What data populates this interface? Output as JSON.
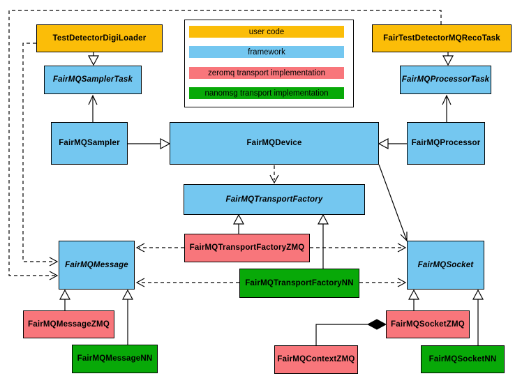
{
  "colors": {
    "user_code": "#FBBD08",
    "framework": "#74C7F0",
    "zeromq": "#F8767B",
    "nanomsg": "#08A908",
    "line": "#000000",
    "background": "#FFFFFF"
  },
  "legend": {
    "items": [
      {
        "label": "user code",
        "color": "#FBBD08"
      },
      {
        "label": "framework",
        "color": "#74C7F0"
      },
      {
        "label": "zeromq transport implementation",
        "color": "#F8767B"
      },
      {
        "label": "nanomsg transport implementation",
        "color": "#08A908"
      }
    ]
  },
  "nodes": [
    {
      "label": "TestDetectorDigiLoader",
      "category": "user_code",
      "abstract": false
    },
    {
      "label": "FairTestDetectorMQRecoTask",
      "category": "user_code",
      "abstract": false
    },
    {
      "label": "FairMQSamplerTask",
      "category": "framework",
      "abstract": true
    },
    {
      "label": "FairMQProcessorTask",
      "category": "framework",
      "abstract": true
    },
    {
      "label": "FairMQSampler",
      "category": "framework",
      "abstract": false
    },
    {
      "label": "FairMQDevice",
      "category": "framework",
      "abstract": false
    },
    {
      "label": "FairMQProcessor",
      "category": "framework",
      "abstract": false
    },
    {
      "label": "FairMQTransportFactory",
      "category": "framework",
      "abstract": true
    },
    {
      "label": "FairMQTransportFactoryZMQ",
      "category": "zeromq",
      "abstract": false
    },
    {
      "label": "FairMQTransportFactoryNN",
      "category": "nanomsg",
      "abstract": false
    },
    {
      "label": "FairMQMessage",
      "category": "framework",
      "abstract": true
    },
    {
      "label": "FairMQSocket",
      "category": "framework",
      "abstract": true
    },
    {
      "label": "FairMQMessageZMQ",
      "category": "zeromq",
      "abstract": false
    },
    {
      "label": "FairMQMessageNN",
      "category": "nanomsg",
      "abstract": false
    },
    {
      "label": "FairMQSocketZMQ",
      "category": "zeromq",
      "abstract": false
    },
    {
      "label": "FairMQSocketNN",
      "category": "nanomsg",
      "abstract": false
    },
    {
      "label": "FairMQContextZMQ",
      "category": "zeromq",
      "abstract": false
    }
  ],
  "relations": [
    {
      "from": "TestDetectorDigiLoader",
      "to": "FairMQSamplerTask",
      "type": "inheritance"
    },
    {
      "from": "FairTestDetectorMQRecoTask",
      "to": "FairMQProcessorTask",
      "type": "inheritance"
    },
    {
      "from": "FairMQSampler",
      "to": "FairMQSamplerTask",
      "type": "inheritance-open"
    },
    {
      "from": "FairMQProcessor",
      "to": "FairMQProcessorTask",
      "type": "inheritance-open"
    },
    {
      "from": "FairMQSampler",
      "to": "FairMQDevice",
      "type": "inheritance"
    },
    {
      "from": "FairMQProcessor",
      "to": "FairMQDevice",
      "type": "inheritance"
    },
    {
      "from": "FairMQDevice",
      "to": "FairMQTransportFactory",
      "type": "dependency"
    },
    {
      "from": "FairMQDevice",
      "to": "FairMQSocket",
      "type": "association"
    },
    {
      "from": "FairMQTransportFactoryZMQ",
      "to": "FairMQTransportFactory",
      "type": "inheritance"
    },
    {
      "from": "FairMQTransportFactoryNN",
      "to": "FairMQTransportFactory",
      "type": "inheritance"
    },
    {
      "from": "FairMQTransportFactoryZMQ",
      "to": "FairMQMessage",
      "type": "dependency"
    },
    {
      "from": "FairMQTransportFactoryZMQ",
      "to": "FairMQSocket",
      "type": "dependency"
    },
    {
      "from": "FairMQTransportFactoryNN",
      "to": "FairMQMessage",
      "type": "dependency"
    },
    {
      "from": "FairMQTransportFactoryNN",
      "to": "FairMQSocket",
      "type": "dependency"
    },
    {
      "from": "TestDetectorDigiLoader",
      "to": "FairMQMessage",
      "type": "dependency"
    },
    {
      "from": "FairTestDetectorMQRecoTask",
      "to": "FairMQMessage",
      "type": "dependency"
    },
    {
      "from": "FairMQMessageZMQ",
      "to": "FairMQMessage",
      "type": "inheritance"
    },
    {
      "from": "FairMQMessageNN",
      "to": "FairMQMessage",
      "type": "inheritance"
    },
    {
      "from": "FairMQSocketZMQ",
      "to": "FairMQSocket",
      "type": "inheritance"
    },
    {
      "from": "FairMQSocketNN",
      "to": "FairMQSocket",
      "type": "inheritance"
    },
    {
      "from": "FairMQContextZMQ",
      "to": "FairMQSocketZMQ",
      "type": "composition"
    }
  ]
}
